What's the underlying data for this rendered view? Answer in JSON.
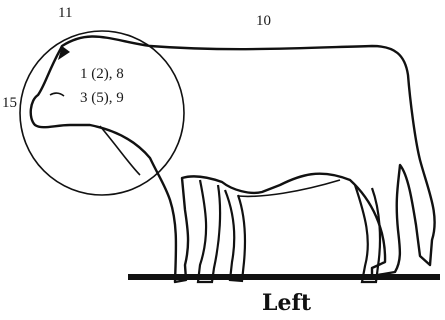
{
  "labels": {
    "top_left": "11",
    "top_right": "10",
    "left_edge": "15",
    "inside_line1": "1 (2), 8",
    "inside_line2": "3 (5), 9"
  },
  "side_label": "Left",
  "colors": {
    "ink": "#111111",
    "background": "#ffffff"
  }
}
